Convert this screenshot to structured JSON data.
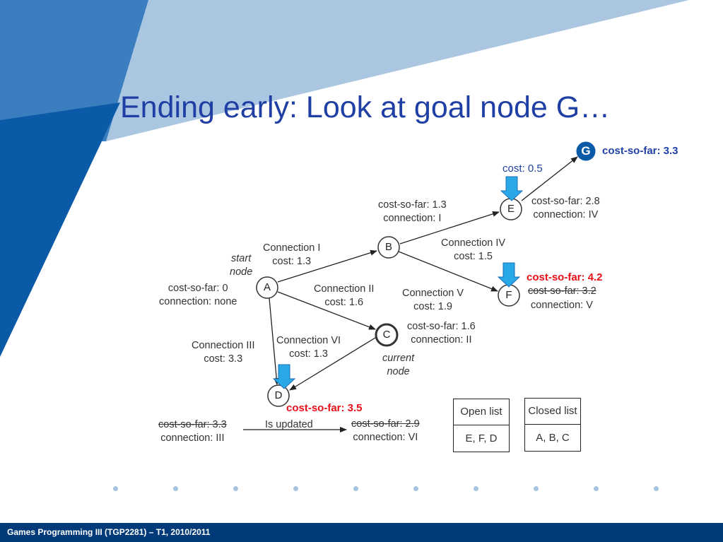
{
  "title": "Ending early: Look at goal node G…",
  "footer": "Games Programming III (TGP2281) – T1, 2010/2011",
  "colors": {
    "accent": "#1f3fa5",
    "highlight": "#e8101a",
    "arrow": "#29a8e8",
    "footer": "#003a78"
  },
  "nodes": {
    "A": "A",
    "B": "B",
    "C": "C",
    "D": "D",
    "E": "E",
    "F": "F",
    "G": "G"
  },
  "labels": {
    "start_node_1": "start",
    "start_node_2": "node",
    "current_node_1": "current",
    "current_node_2": "node",
    "a_cost": "cost-so-far: 0",
    "a_conn": "connection: none",
    "conn1_1": "Connection I",
    "conn1_2": "cost: 1.3",
    "conn2_1": "Connection II",
    "conn2_2": "cost: 1.6",
    "conn3_1": "Connection III",
    "conn3_2": "cost: 3.3",
    "conn4_1": "Connection IV",
    "conn4_2": "cost: 1.5",
    "conn5_1": "Connection V",
    "conn5_2": "cost: 1.9",
    "conn6_1": "Connection VI",
    "conn6_2": "cost: 1.3",
    "b_cost": "cost-so-far: 1.3",
    "b_conn": "connection: I",
    "e_cost": "cost-so-far: 2.8",
    "e_conn": "connection: IV",
    "c_cost": "cost-so-far: 1.6",
    "c_conn": "connection: II",
    "f_new": "cost-so-far: 4.2",
    "f_old": "cost-so-far: 3.2",
    "f_conn": "connection: V",
    "g_cost": "cost-so-far: 3.3",
    "eg_cost": "cost: 0.5",
    "d_new": "cost-so-far: 3.5",
    "d_old_cost": "cost-so-far: 3.3",
    "d_old_conn": "connection: III",
    "is_updated": "Is updated",
    "d_upd_cost": "cost-so-far: 2.9",
    "d_upd_conn": "connection: VI"
  },
  "open_list": {
    "header": "Open list",
    "items": "E, F, D"
  },
  "closed_list": {
    "header": "Closed list",
    "items": "A, B, C"
  }
}
